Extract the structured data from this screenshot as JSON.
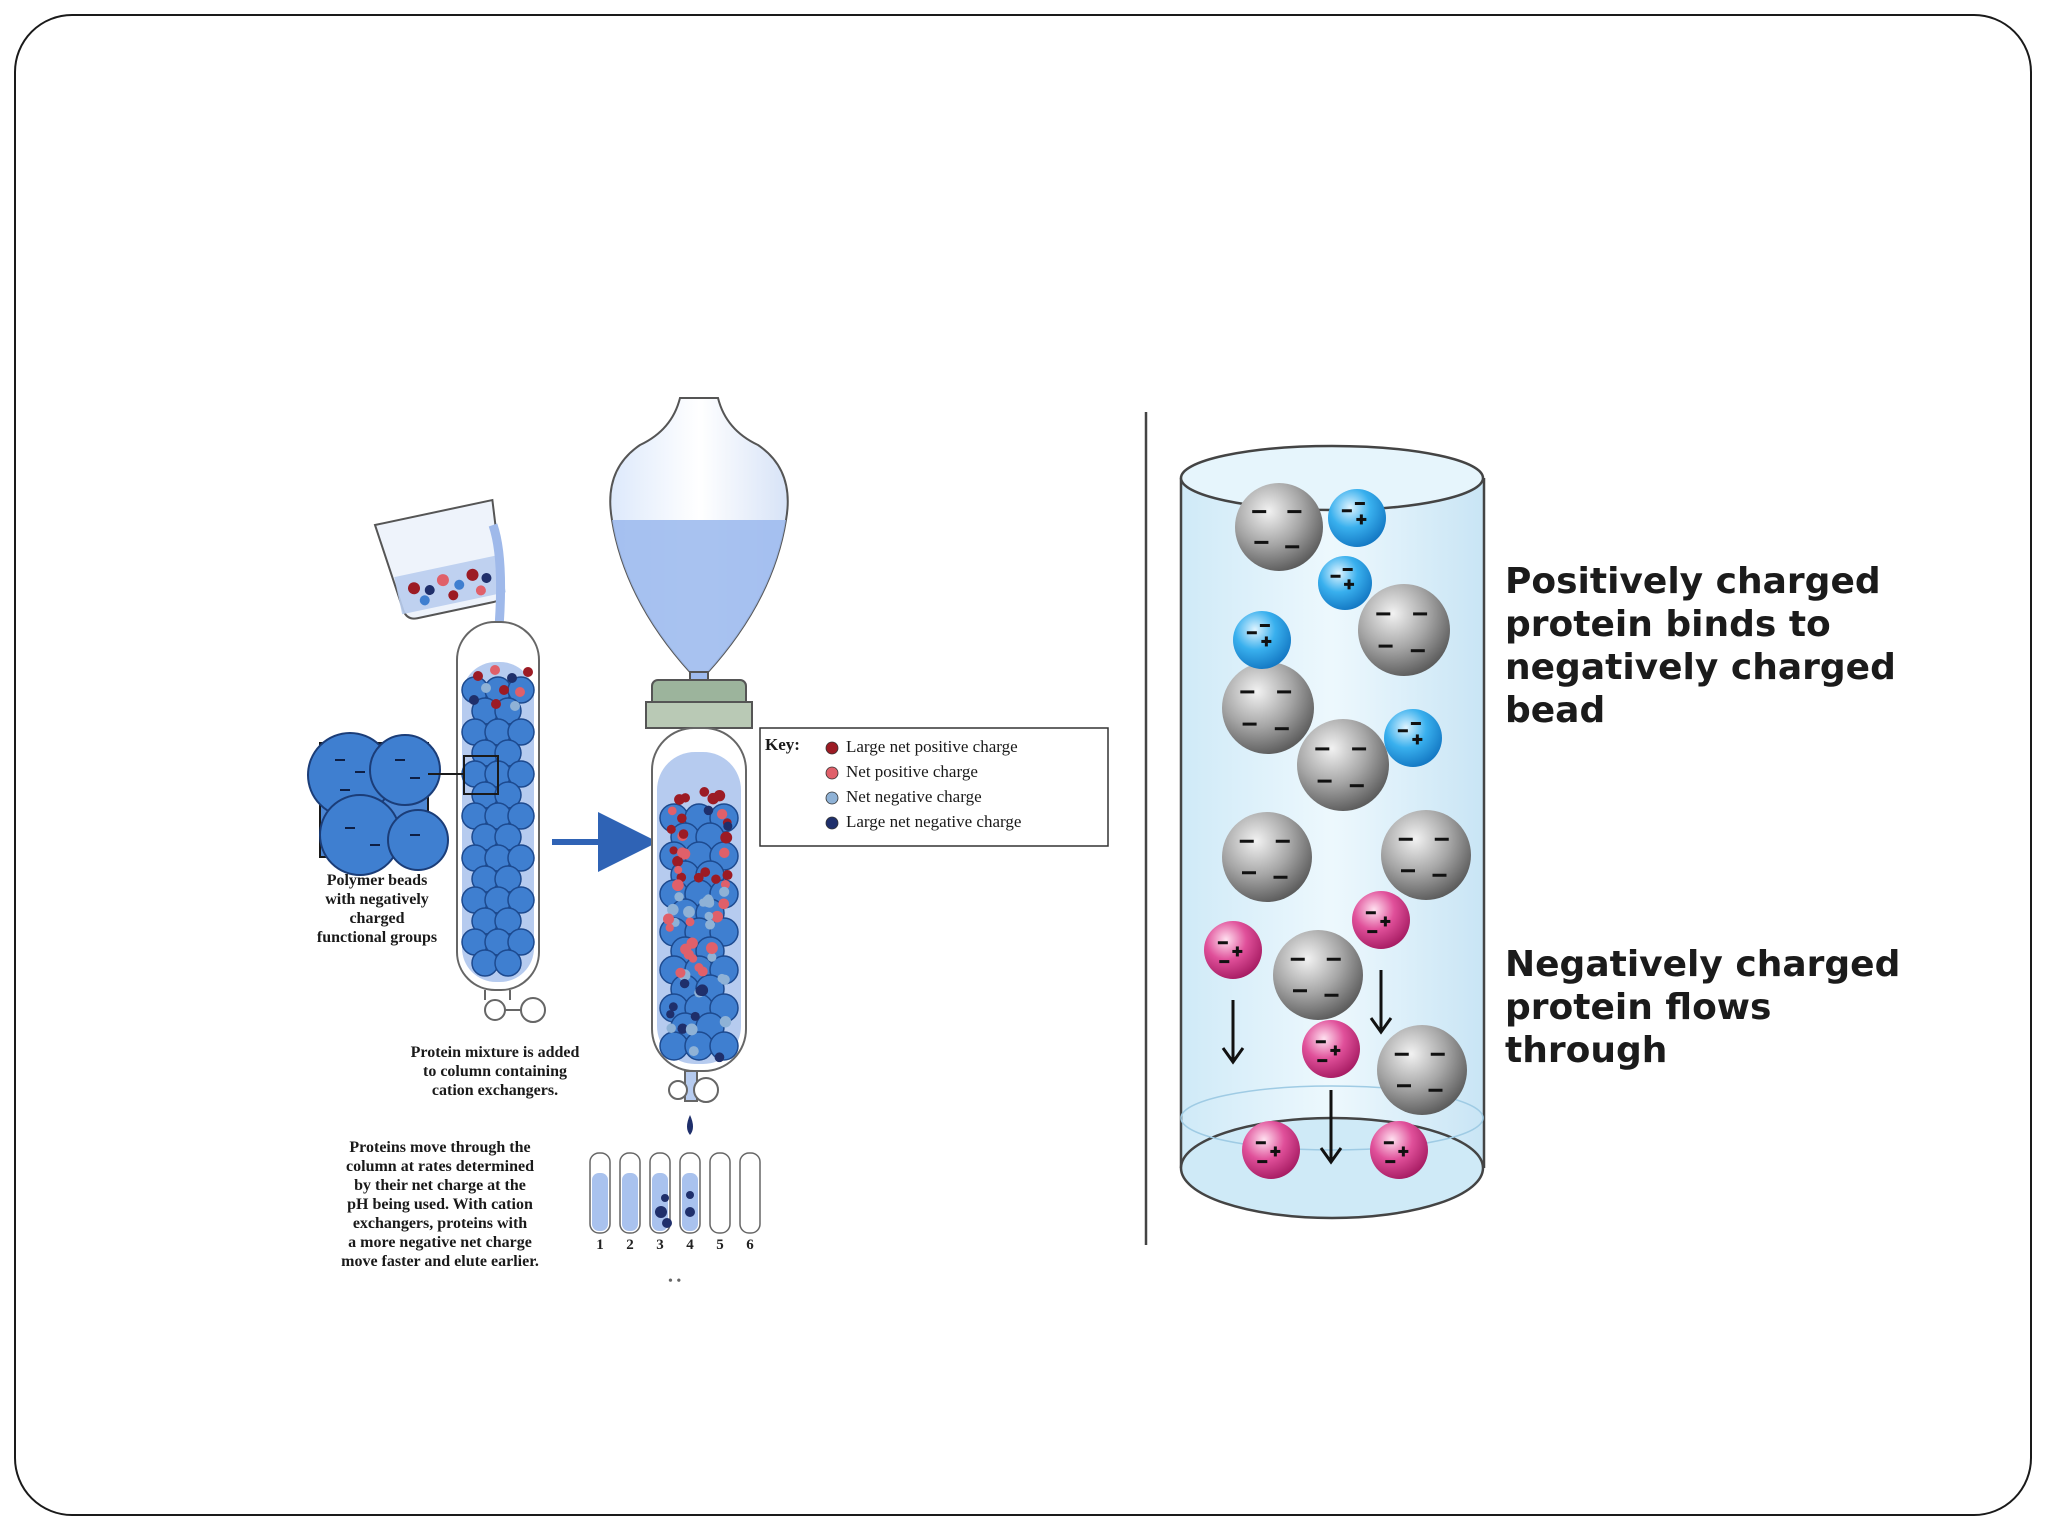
{
  "left_panel": {
    "beads_label": [
      "Polymer beads",
      "with negatively",
      "charged",
      "functional groups"
    ],
    "mixture_label": [
      "Protein mixture is added",
      "to column containing",
      "cation exchangers."
    ],
    "elution_label": [
      "Proteins move through the",
      "column at rates determined",
      "by their net charge at the",
      "pH being used. With cation",
      "exchangers, proteins with",
      "a more negative net charge",
      "move faster and elute earlier."
    ],
    "tube_numbers": [
      "1",
      "2",
      "3",
      "4",
      "5",
      "6"
    ],
    "key": {
      "title": "Key:",
      "items": [
        {
          "label": "Large net positive charge",
          "color": "#9c1b24"
        },
        {
          "label": "Net positive charge",
          "color": "#e0606a"
        },
        {
          "label": "Net negative charge",
          "color": "#8fb2d6"
        },
        {
          "label": "Large net negative charge",
          "color": "#1f2f6b"
        }
      ]
    }
  },
  "right_panel": {
    "bind_label": [
      "Positively charged",
      "protein binds to",
      "negatively charged",
      "bead"
    ],
    "flow_label": [
      "Negatively charged",
      "protein flows",
      "through"
    ]
  },
  "colors": {
    "bead_blue": "#3f7fd0",
    "liquid_blue": "#a9c2ee",
    "gray_bead": "#8c8c8c",
    "pos_protein": "#2aa6e6",
    "neg_protein": "#d83d8f",
    "arrow_blue": "#2f63b5"
  }
}
